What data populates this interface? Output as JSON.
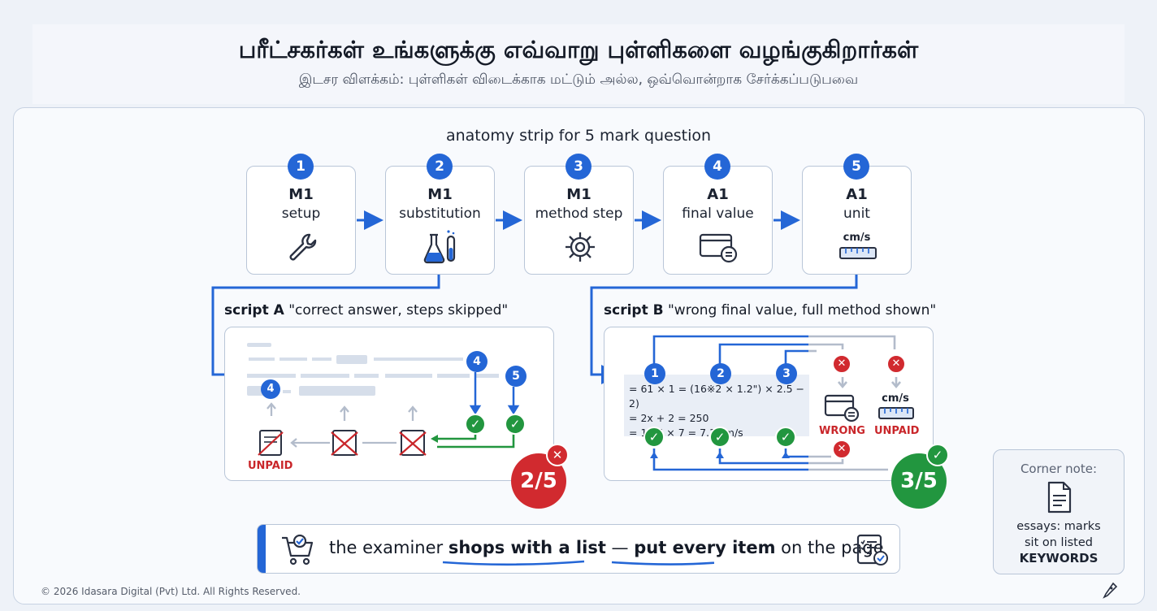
{
  "header": {
    "title": "பரீட்சகர்கள் உங்களுக்கு எவ்வாறு புள்ளிகளை வழங்குகிறார்கள்",
    "subtitle": "இடசர விளக்கம்: புள்ளிகள் விடைக்காக மட்டும் அல்ல, ஒவ்வொன்றாக சேர்க்கப்படுபவை"
  },
  "strip": {
    "title": "anatomy strip for 5 mark question",
    "steps": [
      {
        "num": "1",
        "code": "M1",
        "label": "setup",
        "icon": "wrench-icon"
      },
      {
        "num": "2",
        "code": "M1",
        "label": "substitution",
        "icon": "flask-icon"
      },
      {
        "num": "3",
        "code": "M1",
        "label": "method step",
        "icon": "gear-icon"
      },
      {
        "num": "4",
        "code": "A1",
        "label": "final value",
        "icon": "card-icon"
      },
      {
        "num": "5",
        "code": "A1",
        "label": "unit",
        "icon": "ruler-icon",
        "unit_text": "cm/s"
      }
    ]
  },
  "script_a": {
    "label_bold": "script A",
    "label_rest": "\"correct answer, steps skipped\"",
    "badge_4": "4",
    "badge_5": "5",
    "badge_4_inline": "4",
    "unpaid": "UNPAID",
    "score": "2/5",
    "score_mark": "✕"
  },
  "script_b": {
    "label_bold": "script B",
    "label_rest": "\"wrong final value, full method shown\"",
    "badges": [
      "1",
      "2",
      "3"
    ],
    "equations": [
      "= 61 × 1 = (16※2 × 1.2\") × 2.5 − 2)",
      "= 2x + 2 = 250",
      "= 13.5 × 7 = 7.1 cm/s"
    ],
    "unit_text": "cm/s",
    "wrong": "WRONG",
    "unpaid": "UNPAID",
    "score": "3/5",
    "score_mark": "✓"
  },
  "banner": {
    "pre": "the examiner ",
    "hl1": "shops with a list",
    "mid": " — ",
    "hl2": "put every item",
    "post": " on the page"
  },
  "corner": {
    "title": "Corner note:",
    "body": "essays: marks sit on listed",
    "keyword": "KEYWORDS"
  },
  "footer": "© 2026 Idasara Digital (Pvt) Ltd. All Rights Reserved.",
  "colors": {
    "accent": "#2466d6",
    "correct": "#22963f",
    "wrong": "#c9262a"
  }
}
